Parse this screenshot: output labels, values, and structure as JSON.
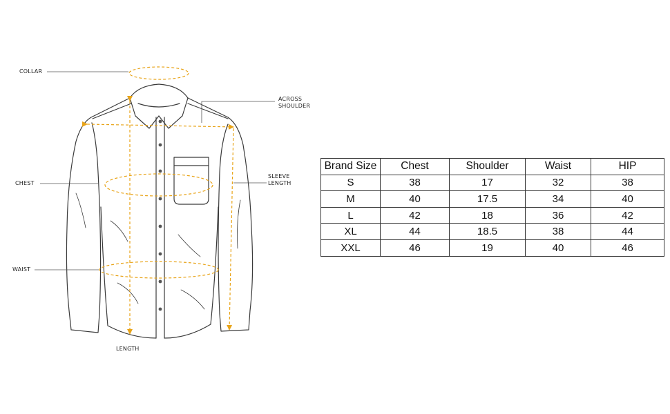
{
  "labels": {
    "collar": "COLLAR",
    "across_shoulder_1": "ACROSS",
    "across_shoulder_2": "SHOULDER",
    "chest": "CHEST",
    "sleeve_length_1": "SLEEVE",
    "sleeve_length_2": "LENGTH",
    "waist": "WAIST",
    "length": "LENGTH"
  },
  "colors": {
    "guide": "#e8a317",
    "outline": "#3a3a3a",
    "button": "#555555"
  },
  "size_table": {
    "headers": [
      "Brand Size",
      "Chest",
      "Shoulder",
      "Waist",
      "HIP"
    ],
    "rows": [
      [
        "S",
        "38",
        "17",
        "32",
        "38"
      ],
      [
        "M",
        "40",
        "17.5",
        "34",
        "40"
      ],
      [
        "L",
        "42",
        "18",
        "36",
        "42"
      ],
      [
        "XL",
        "44",
        "18.5",
        "38",
        "44"
      ],
      [
        "XXL",
        "46",
        "19",
        "40",
        "46"
      ]
    ]
  }
}
